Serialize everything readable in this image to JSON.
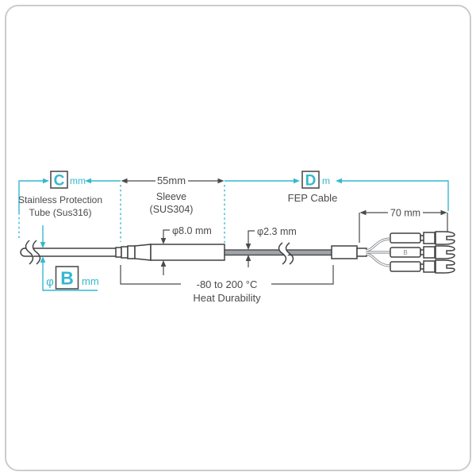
{
  "colors": {
    "accent": "#35b8cf",
    "ink": "#4a4a4a",
    "outline": "#414141",
    "cable_fill": "#9da3a6",
    "frame": "#cccccc"
  },
  "diagram": {
    "dim_c": {
      "letter": "C",
      "unit": "mm",
      "caption1": "Stainless Protection",
      "caption2": "Tube (Sus316)"
    },
    "dim_sleeve": {
      "length": "55mm",
      "caption1": "Sleeve",
      "caption2": "(SUS304)"
    },
    "dim_d": {
      "letter": "D",
      "unit": "m",
      "caption": "FEP Cable"
    },
    "dim_fork": "70 mm",
    "dia_sleeve": "φ8.0 mm",
    "dia_cable": "φ2.3 mm",
    "dim_b": {
      "prefix": "φ",
      "letter": "B",
      "unit": "mm"
    },
    "heat": {
      "line1": "-80 to 200 °C",
      "line2": "Heat Durability"
    },
    "terminal_label": "B"
  }
}
